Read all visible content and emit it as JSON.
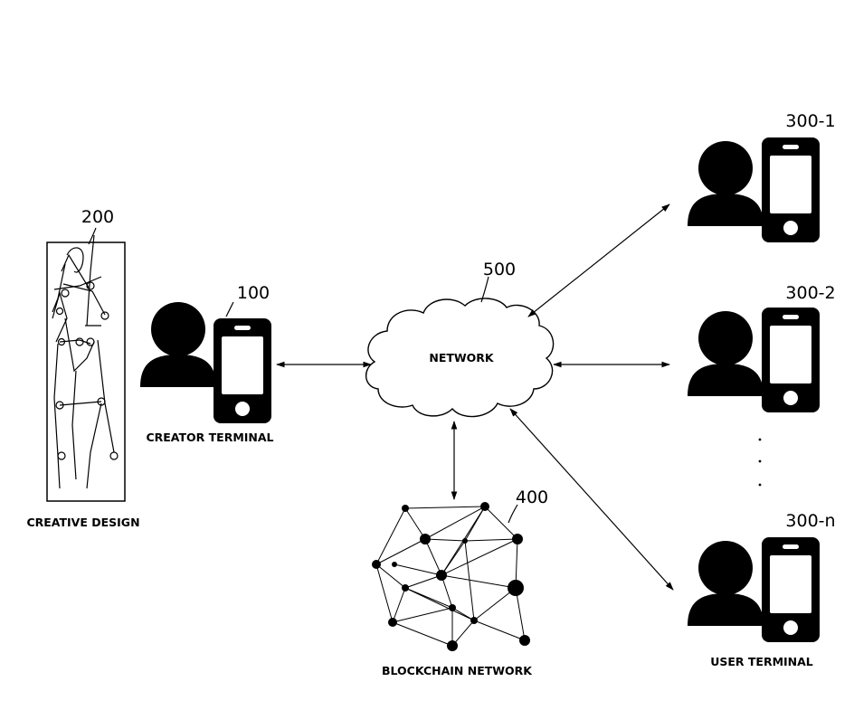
{
  "labels": {
    "creative_design_ref": "200",
    "creative_design": "CREATIVE DESIGN",
    "creator_terminal_ref": "100",
    "creator_terminal": "CREATOR TERMINAL",
    "network_ref": "500",
    "network": "NETWORK",
    "blockchain_ref": "400",
    "blockchain": "BLOCKCHAIN NETWORK",
    "user_terminal": "USER TERMINAL",
    "user1_ref": "300-1",
    "user2_ref": "300-2",
    "usern_ref": "300-n"
  },
  "colors": {
    "ink": "#000000",
    "paper": "#ffffff"
  },
  "icons": [
    "person-icon",
    "smartphone-icon",
    "cloud-icon",
    "blockchain-graph-icon",
    "sketch-figure-icon"
  ]
}
